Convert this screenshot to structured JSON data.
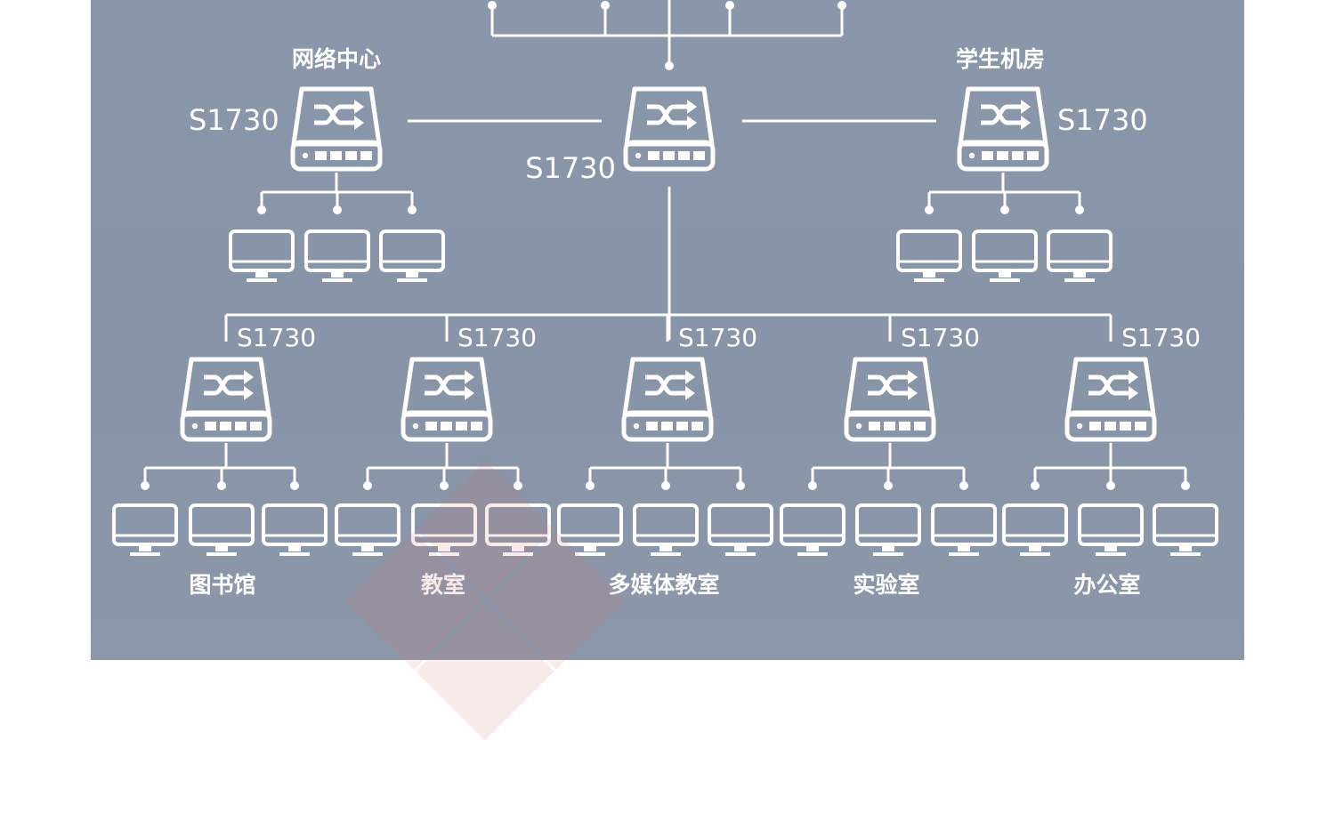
{
  "colors": {
    "panel": "#8a96aa",
    "line": "#ffffff",
    "watermark": "#e06a6a"
  },
  "icons": {
    "switch": "switch-icon",
    "computer": "monitor-icon"
  },
  "top": {
    "core": {
      "model": "S1730"
    },
    "left": {
      "zone": "网络中心",
      "model": "S1730"
    },
    "right": {
      "zone": "学生机房",
      "model": "S1730"
    }
  },
  "bottom": [
    {
      "model": "S1730",
      "zone": "图书馆"
    },
    {
      "model": "S1730",
      "zone": "教室"
    },
    {
      "model": "S1730",
      "zone": "多媒体教室"
    },
    {
      "model": "S1730",
      "zone": "实验室"
    },
    {
      "model": "S1730",
      "zone": "办公室"
    }
  ]
}
